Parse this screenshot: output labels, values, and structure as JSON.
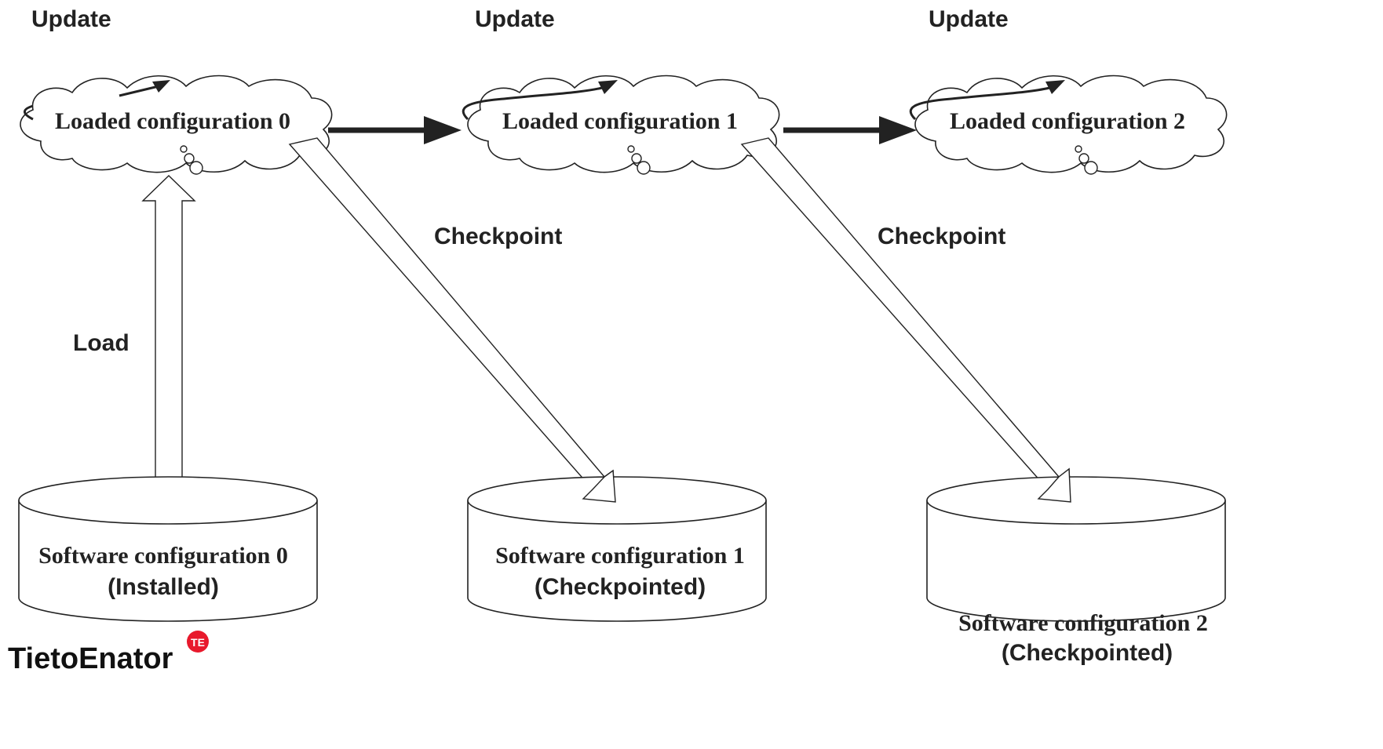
{
  "labels": {
    "update_0": "Update",
    "update_1": "Update",
    "update_2": "Update",
    "checkpoint_1": "Checkpoint",
    "checkpoint_2": "Checkpoint",
    "load": "Load"
  },
  "clouds": [
    {
      "label": "Loaded configuration 0"
    },
    {
      "label": "Loaded configuration 1"
    },
    {
      "label": "Loaded configuration 2"
    }
  ],
  "databases": [
    {
      "line1": "Software configuration 0",
      "line2": "(Installed)"
    },
    {
      "line1": "Software configuration 1",
      "line2": "(Checkpointed)"
    },
    {
      "line1": "Software configuration 2",
      "line2": "(Checkpointed)"
    }
  ],
  "logo": {
    "text": "TietoEnator",
    "badge": "TE"
  },
  "colors": {
    "ink": "#222222",
    "logo_red": "#e8192c"
  }
}
